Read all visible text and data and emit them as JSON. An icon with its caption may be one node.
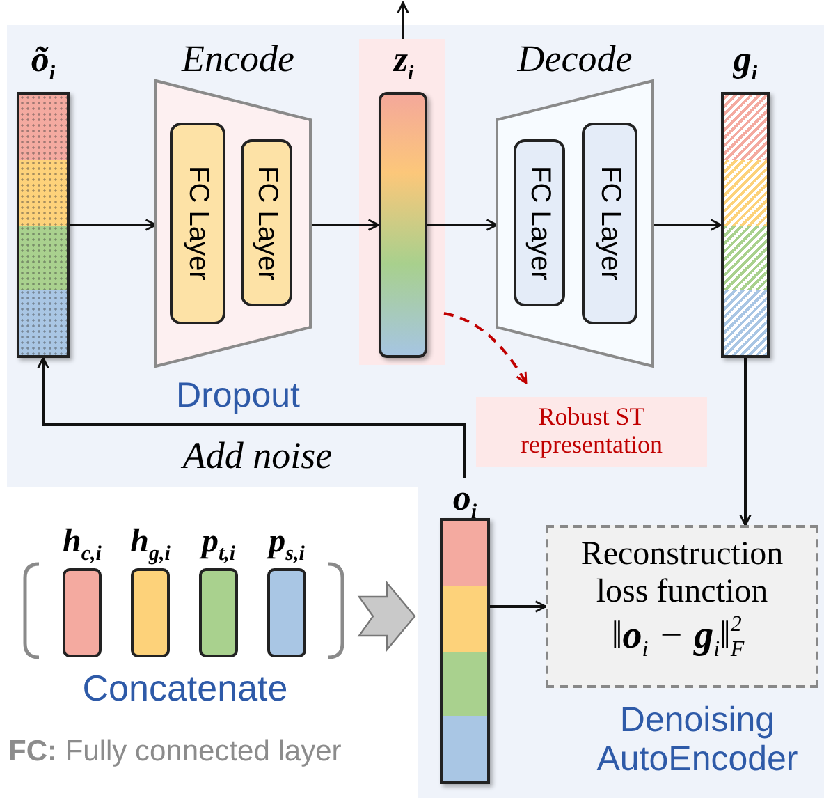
{
  "diagram": {
    "nodes": [
      {
        "text": [
          "Denoising AutoEncoder"
        ]
      },
      {
        "text": [
          "õ$_{i}$"
        ],
        "in": 0
      },
      {
        "text": [
          "Encode"
        ],
        "beside": [
          "Dropout"
        ],
        "in": 0
      },
      {
        "text": [
          "FC Layer"
        ],
        "in": 2
      },
      {
        "text": [
          "FC Layer"
        ],
        "in": 2
      },
      {
        "text": [
          "z$_{i}$"
        ],
        "in": 0
      },
      {
        "text": [
          "Decode"
        ],
        "in": 0
      },
      {
        "text": [
          "FC Layer"
        ],
        "in": 6
      },
      {
        "text": [
          "FC Layer"
        ],
        "in": 6
      },
      {
        "text": [
          "g$_{i}$"
        ],
        "in": 0
      },
      {
        "text": [
          "Robust ST representation"
        ],
        "in": 0
      },
      {
        "text": [
          "o$_{i}$"
        ],
        "in": 0
      },
      {
        "text": [
          "Reconstruction loss function",
          "‖**o**$_{i}$ − **g**$_{i}$‖$^{2}$$_{F}$"
        ],
        "in": 0
      },
      {
        "text": [
          "Concatenate"
        ]
      },
      {
        "text": [
          "h$_{c,i}$"
        ],
        "in": 13
      },
      {
        "text": [
          "h$_{g,i}$"
        ],
        "in": 13
      },
      {
        "text": [
          "p$_{t,i}$"
        ],
        "in": 13
      },
      {
        "text": [
          "p$_{s,i}$"
        ],
        "in": 13
      }
    ],
    "edges": [
      {
        "from": 1,
        "to": 2,
        "arrow": "to"
      },
      {
        "from": 2,
        "to": 5,
        "arrow": "to"
      },
      {
        "from": 5,
        "to": 6,
        "arrow": "to"
      },
      {
        "from": 6,
        "to": 9,
        "arrow": "to"
      },
      {
        "from": 5,
        "to": null,
        "arrow": "to"
      },
      {
        "from": 5,
        "to": 10,
        "arrow": "to",
        "style": "dashed",
        "color": "#c00000"
      },
      {
        "from": 9,
        "to": 12,
        "arrow": "to"
      },
      {
        "from": 11,
        "to": 1,
        "arrow": "to",
        "label": "Add noise"
      },
      {
        "from": 11,
        "to": 12,
        "arrow": "to"
      },
      {
        "from": 13,
        "to": 11,
        "arrow": "to",
        "style": "thick",
        "color": "#c9c9c9"
      }
    ],
    "labels": [
      "**FC:** Fully connected layer"
    ]
  }
}
